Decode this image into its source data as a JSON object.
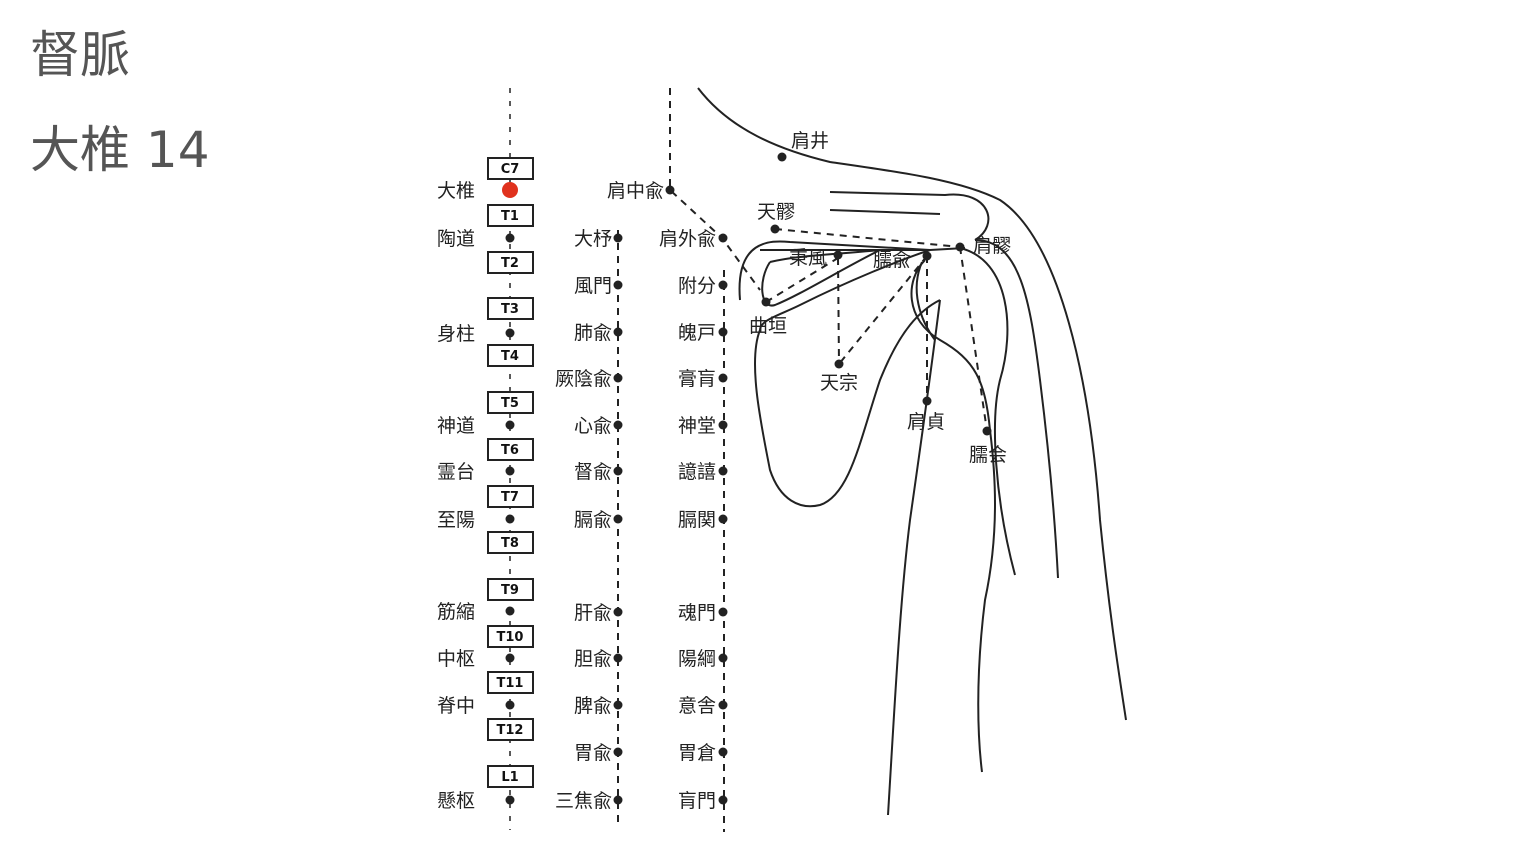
{
  "header": {
    "meridian": "督脈",
    "point": "大椎 14"
  },
  "highlight_color": "#e0321e",
  "vertebrae": [
    "C7",
    "T1",
    "T2",
    "T3",
    "T4",
    "T5",
    "T6",
    "T7",
    "T8",
    "T9",
    "T10",
    "T11",
    "T12",
    "L1"
  ],
  "governor_points": [
    "大椎",
    "陶道",
    "身柱",
    "神道",
    "霊台",
    "至陽",
    "筋縮",
    "中枢",
    "脊中",
    "懸枢"
  ],
  "inner_bladder_points": [
    "大杼",
    "風門",
    "肺兪",
    "厥陰兪",
    "心兪",
    "督兪",
    "膈兪",
    "肝兪",
    "胆兪",
    "脾兪",
    "胃兪",
    "三焦兪"
  ],
  "outer_bladder_points": [
    "肩外兪",
    "附分",
    "魄戸",
    "膏肓",
    "神堂",
    "譩譆",
    "膈関",
    "魂門",
    "陽綱",
    "意舎",
    "胃倉",
    "肓門"
  ],
  "shoulder_points": [
    "肩中兪",
    "肩井",
    "天髎",
    "秉風",
    "臑兪",
    "肩髎",
    "曲垣",
    "天宗",
    "肩貞",
    "臑会"
  ]
}
